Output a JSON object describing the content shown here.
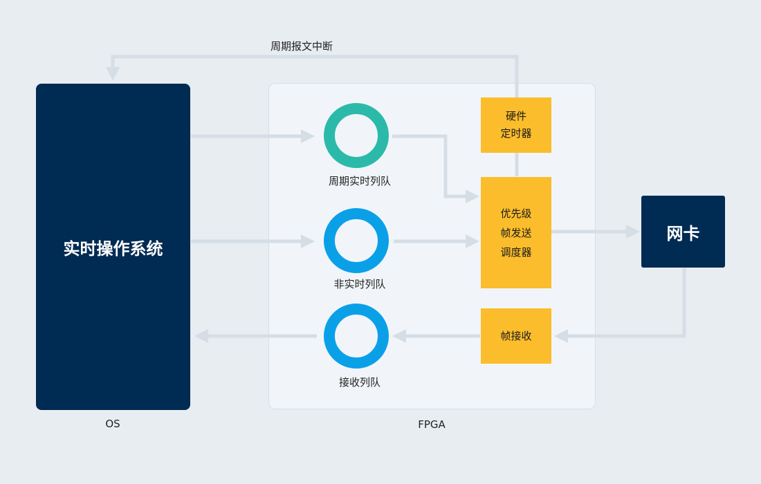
{
  "colors": {
    "background": "#e8edf2",
    "navy": "#002b52",
    "teal": "#2bbaa9",
    "blue": "#0aa0e8",
    "yellow": "#fbbd2b",
    "arrow": "#d5dde5"
  },
  "top_arrow_label": "周期报文中断",
  "os": {
    "title": "实时操作系统",
    "caption": "OS"
  },
  "fpga": {
    "caption": "FPGA",
    "queues": {
      "periodic": "周期实时列队",
      "nonrealtime": "非实时列队",
      "receive": "接收列队"
    },
    "timer": {
      "line1": "硬件",
      "line2": "定时器"
    },
    "scheduler": {
      "line1": "优先级",
      "line2": "帧发送",
      "line3": "调度器"
    },
    "receiver": "帧接收"
  },
  "nic": {
    "title": "网卡"
  }
}
